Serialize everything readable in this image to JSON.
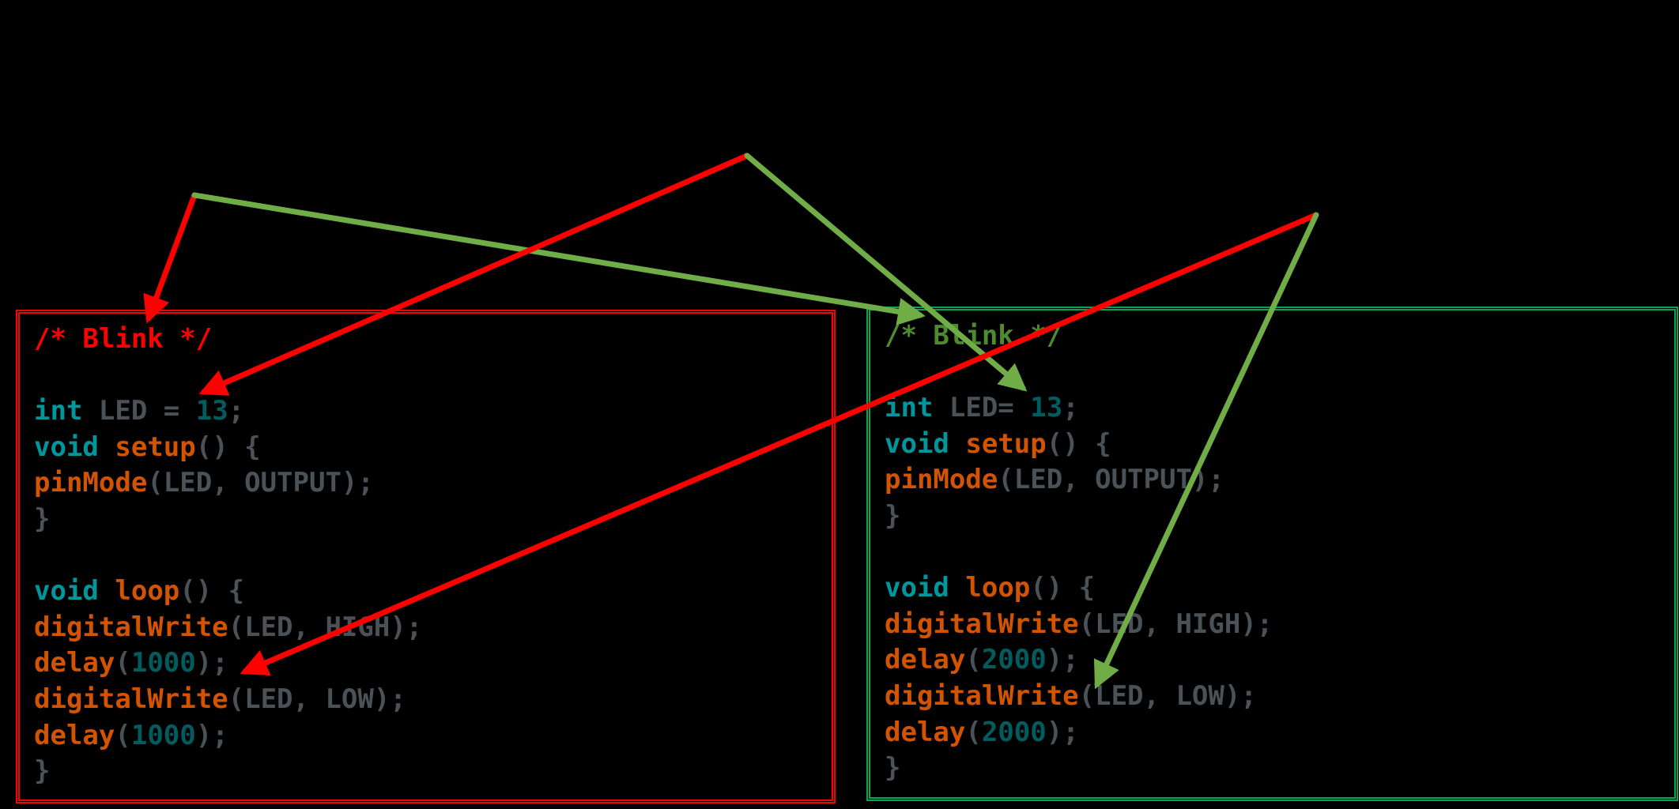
{
  "colors": {
    "background": "#000000",
    "left_accent": "#ff0000",
    "right_accent": "#00a651",
    "green_arrow": "#70ad47",
    "keyword_type": "#00979c",
    "function": "#d35400",
    "plain": "#4a5258",
    "number": "#005c5f",
    "right_comment": "#4e8a2e"
  },
  "left_panel": {
    "lines": [
      [
        {
          "t": "/* Blink */",
          "c": "comment-red"
        }
      ],
      [],
      [
        {
          "t": "int",
          "c": "type"
        },
        {
          "t": " LED = ",
          "c": "plain"
        },
        {
          "t": "13",
          "c": "number"
        },
        {
          "t": ";",
          "c": "plain"
        }
      ],
      [
        {
          "t": "void",
          "c": "type"
        },
        {
          "t": " ",
          "c": "plain"
        },
        {
          "t": "setup",
          "c": "func"
        },
        {
          "t": "() {",
          "c": "plain"
        }
      ],
      [
        {
          "t": "pinMode",
          "c": "func"
        },
        {
          "t": "(LED, OUTPUT);",
          "c": "plain"
        }
      ],
      [
        {
          "t": "}",
          "c": "plain"
        }
      ],
      [],
      [
        {
          "t": "void",
          "c": "type"
        },
        {
          "t": " ",
          "c": "plain"
        },
        {
          "t": "loop",
          "c": "func"
        },
        {
          "t": "() {",
          "c": "plain"
        }
      ],
      [
        {
          "t": "digitalWrite",
          "c": "func"
        },
        {
          "t": "(LED, HIGH);",
          "c": "plain"
        }
      ],
      [
        {
          "t": "delay",
          "c": "func"
        },
        {
          "t": "(",
          "c": "plain"
        },
        {
          "t": "1000",
          "c": "number"
        },
        {
          "t": ");",
          "c": "plain"
        }
      ],
      [
        {
          "t": "digitalWrite",
          "c": "func"
        },
        {
          "t": "(LED, LOW);",
          "c": "plain"
        }
      ],
      [
        {
          "t": "delay",
          "c": "func"
        },
        {
          "t": "(",
          "c": "plain"
        },
        {
          "t": "1000",
          "c": "number"
        },
        {
          "t": ");",
          "c": "plain"
        }
      ],
      [
        {
          "t": "}",
          "c": "plain"
        }
      ]
    ]
  },
  "right_panel": {
    "lines": [
      [
        {
          "t": "/* Blink */",
          "c": "comment-green"
        }
      ],
      [],
      [
        {
          "t": "int",
          "c": "type"
        },
        {
          "t": " LED= ",
          "c": "plain"
        },
        {
          "t": "13",
          "c": "number"
        },
        {
          "t": ";",
          "c": "plain"
        }
      ],
      [
        {
          "t": "void",
          "c": "type"
        },
        {
          "t": " ",
          "c": "plain"
        },
        {
          "t": "setup",
          "c": "func"
        },
        {
          "t": "() {",
          "c": "plain"
        }
      ],
      [
        {
          "t": "pinMode",
          "c": "func"
        },
        {
          "t": "(LED, OUTPUT);",
          "c": "plain"
        }
      ],
      [
        {
          "t": "}",
          "c": "plain"
        }
      ],
      [],
      [
        {
          "t": "void",
          "c": "type"
        },
        {
          "t": " ",
          "c": "plain"
        },
        {
          "t": "loop",
          "c": "func"
        },
        {
          "t": "() {",
          "c": "plain"
        }
      ],
      [
        {
          "t": "digitalWrite",
          "c": "func"
        },
        {
          "t": "(LED, HIGH);",
          "c": "plain"
        }
      ],
      [
        {
          "t": "delay",
          "c": "func"
        },
        {
          "t": "(",
          "c": "plain"
        },
        {
          "t": "2000",
          "c": "number"
        },
        {
          "t": ");",
          "c": "plain"
        }
      ],
      [
        {
          "t": "digitalWrite",
          "c": "func"
        },
        {
          "t": "(LED, LOW);",
          "c": "plain"
        }
      ],
      [
        {
          "t": "delay",
          "c": "func"
        },
        {
          "t": "(",
          "c": "plain"
        },
        {
          "t": "2000",
          "c": "number"
        },
        {
          "t": ");",
          "c": "plain"
        }
      ],
      [
        {
          "t": "}",
          "c": "plain"
        }
      ]
    ]
  },
  "arrows": [
    {
      "name": "red-arrow-comment-left",
      "color": "#ff0000",
      "points": [
        [
          246,
          247
        ],
        [
          188,
          403
        ]
      ]
    },
    {
      "name": "green-arrow-comment-right",
      "color": "#70ad47",
      "points": [
        [
          246,
          247
        ],
        [
          1164,
          399
        ]
      ]
    },
    {
      "name": "red-arrow-declaration-left",
      "color": "#ff0000",
      "points": [
        [
          945,
          197
        ],
        [
          258,
          496
        ]
      ]
    },
    {
      "name": "green-arrow-declaration-right",
      "color": "#70ad47",
      "points": [
        [
          945,
          197
        ],
        [
          1294,
          491
        ]
      ]
    },
    {
      "name": "red-arrow-delay-left",
      "color": "#ff0000",
      "points": [
        [
          1665,
          272
        ],
        [
          310,
          850
        ]
      ]
    },
    {
      "name": "green-arrow-delay-right",
      "color": "#70ad47",
      "points": [
        [
          1665,
          272
        ],
        [
          1388,
          866
        ]
      ]
    }
  ]
}
